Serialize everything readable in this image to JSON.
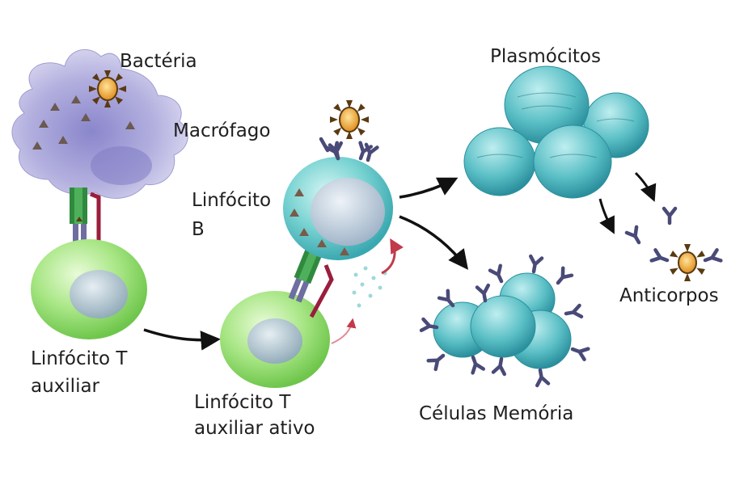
{
  "labels": {
    "bacteria": "Bactéria",
    "macrophage": "Macrófago",
    "b_cell_line1": "Linfócito",
    "b_cell_line2": "B",
    "helper_t_line1": "Linfócito T",
    "helper_t_line2": "auxiliar",
    "active_t_line1": "Linfócito T",
    "active_t_line2": "auxiliar ativo",
    "plasma_cells": "Plasmócitos",
    "memory_cells": "Células Memória",
    "antibodies": "Anticorpos"
  },
  "colors": {
    "macrophage": "#a9a6d6",
    "t_cell": "#9ee27a",
    "b_cell": "#63c9c9",
    "plasma_cell": "#5bbfc4",
    "antibody": "#4a4a78",
    "bacteria": "#f0a82e",
    "receptor_green": "#2f8a3e",
    "receptor_red": "#9a1e3c",
    "arrow": "#111111",
    "signal_arrow": "#c23a4a"
  }
}
